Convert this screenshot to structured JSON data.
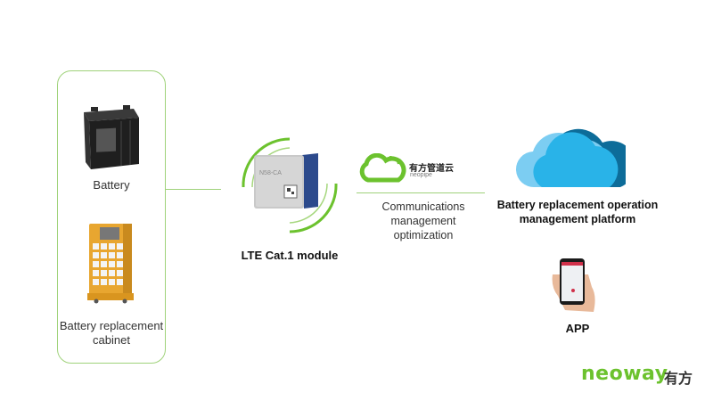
{
  "devices": {
    "battery_label": "Battery",
    "cabinet_label": "Battery replacement cabinet"
  },
  "module": {
    "label": "LTE Cat.1 module",
    "chip_text": "N58-CA"
  },
  "cloud_service": {
    "logo_cn": "有方管道云",
    "logo_en": "neopipe",
    "label": "Communications management optimization"
  },
  "platform": {
    "label_line1": "Battery replacement operation",
    "label_line2": "management platform"
  },
  "app": {
    "label": "APP"
  },
  "brand": {
    "name": "neoway",
    "name_cn": "有方"
  },
  "colors": {
    "accent_green": "#6cc22e",
    "line_green": "#9fd27a",
    "cloud_blue": "#29b3e8"
  }
}
